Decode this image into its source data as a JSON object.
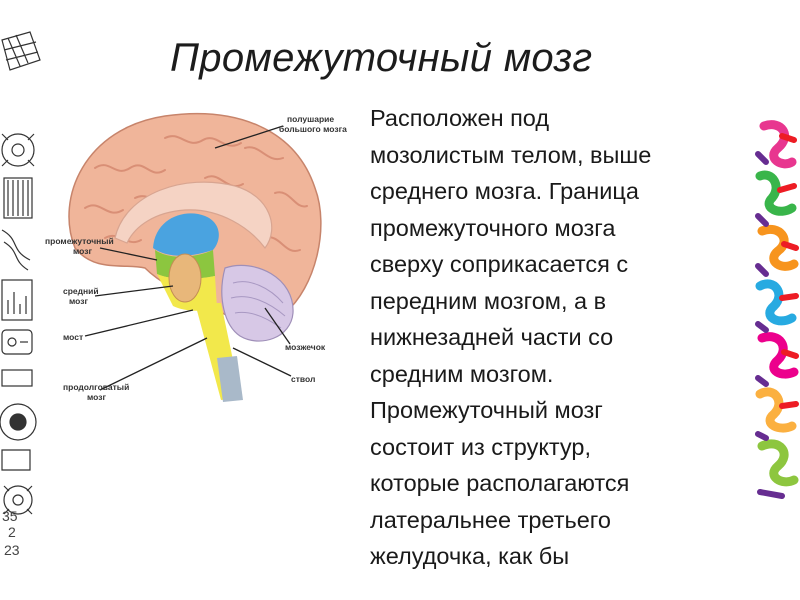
{
  "slide": {
    "title": "Промежуточный мозг",
    "body": "Расположен под\nмозолистым телом, выше\nсреднего мозга. Граница\nпромежуточного мозга\nсверху соприкасается с\nпередним мозгом, а в\nнижнезадней части со\nсредним мозгом.\nПромежуточный мозг\nсостоит из структур,\nкоторые располагаются\nлатеральнее третьего\nжелудочка, как бы"
  },
  "diagram": {
    "labels": {
      "hemisphere_line1": "полушарие",
      "hemisphere_line2": "большого мозга",
      "diencephalon_line1": "промежуточный",
      "diencephalon_line2": "мозг",
      "midbrain_line1": "средний",
      "midbrain_line2": "мозг",
      "pons": "мост",
      "cerebellum": "мозжечок",
      "medulla_line1": "продолговатый",
      "medulla_line2": "мозг",
      "stem": "ствол"
    },
    "colors": {
      "cortex": "#f0b59a",
      "cortex_fold": "#d98f76",
      "corpus_callosum": "#f5d3c4",
      "ventricle": "#4aa3e0",
      "diencephalon": "#8cc63f",
      "midbrain": "#f2e84b",
      "pons": "#e8b77a",
      "cerebellum": "#d7c8e6",
      "stem": "#a9b9c9"
    }
  },
  "decor": {
    "left_numbers": [
      "35",
      "2",
      "23"
    ]
  }
}
